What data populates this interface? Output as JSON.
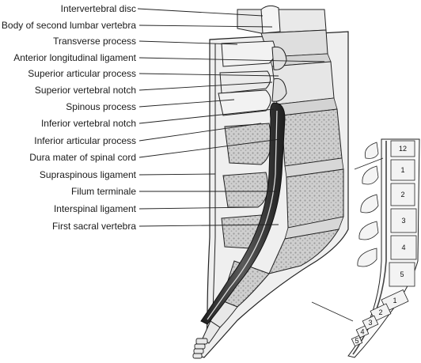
{
  "labels": [
    {
      "text": "Intervertebral disc"
    },
    {
      "text": "Body of second lumbar vertebra"
    },
    {
      "text": "Transverse process"
    },
    {
      "text": "Anterior longitudinal ligament"
    },
    {
      "text": "Superior articular process"
    },
    {
      "text": "Superior vertebral notch"
    },
    {
      "text": "Spinous process"
    },
    {
      "text": "Inferior vertebral notch"
    },
    {
      "text": "Inferior articular process"
    },
    {
      "text": "Dura mater of spinal cord"
    },
    {
      "text": "Supraspinous ligament"
    },
    {
      "text": "Filum terminale"
    },
    {
      "text": "Interspinal ligament"
    },
    {
      "text": "First sacral vertebra"
    }
  ],
  "inset_numbers": {
    "thoracic": [
      "12"
    ],
    "lumbar": [
      "1",
      "2",
      "3",
      "4",
      "5"
    ],
    "sacral": [
      "1",
      "2",
      "3",
      "4",
      "5"
    ]
  },
  "colors": {
    "bone": "#ededed",
    "bone_shade": "#c9c9c9",
    "spongy": "#bdbdbd",
    "disc": "#d9d9d9",
    "dura": "#3a3a3a",
    "line": "#222222"
  }
}
